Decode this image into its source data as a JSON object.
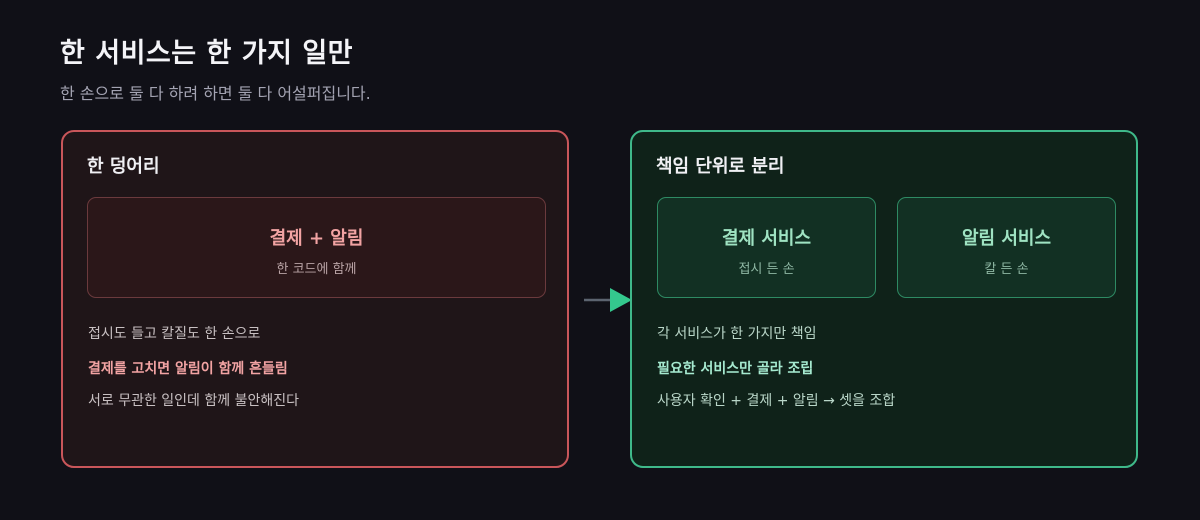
{
  "header": {
    "title": "한 서비스는 한 가지 일만",
    "subtitle": "한 손으로 둘 다 하려 하면 둘 다 어설퍼집니다."
  },
  "left_panel": {
    "heading": "한 덩어리",
    "box": {
      "title": "결제 + 알림",
      "subtitle": "한 코드에 함께"
    },
    "lines": [
      "접시도 들고 칼질도 한 손으로",
      "결제를 고치면 알림이 함께 흔들림",
      "서로 무관한 일인데 함께 불안해진다"
    ]
  },
  "right_panel": {
    "heading": "책임 단위로 분리",
    "boxes": [
      {
        "title": "결제 서비스",
        "subtitle": "접시 든 손"
      },
      {
        "title": "알림 서비스",
        "subtitle": "칼 든 손"
      }
    ],
    "lines": [
      "각 서비스가 한 가지만 책임",
      "필요한 서비스만 골라 조립",
      "사용자 확인 + 결제 + 알림 → 셋을 조합"
    ]
  },
  "colors": {
    "left_accent": "#c9565a",
    "right_accent": "#3fb98a",
    "arrow_line": "#5c6470",
    "arrow_head": "#34c88e"
  }
}
